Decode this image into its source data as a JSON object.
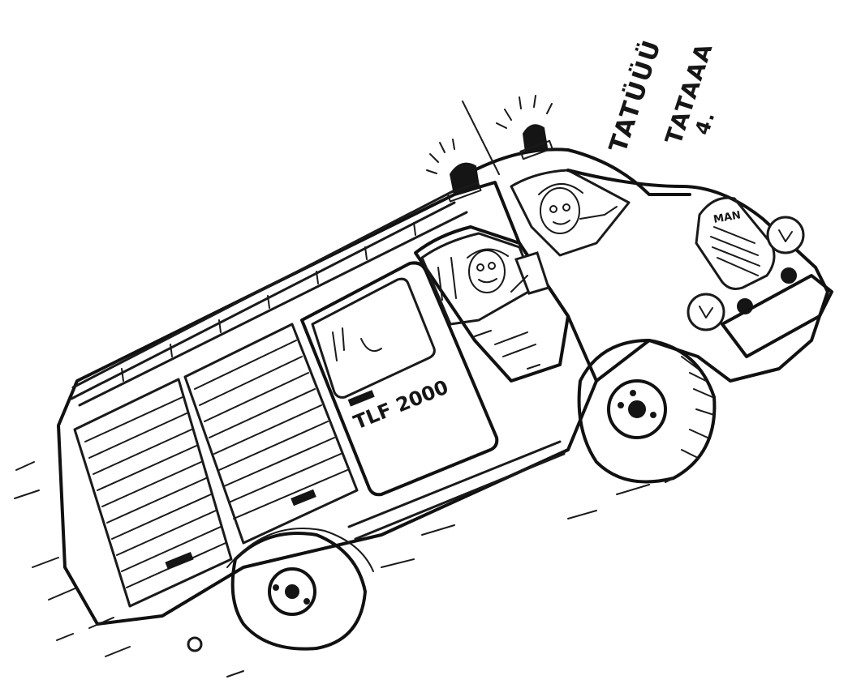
{
  "drawing": {
    "sound_line1": "TATÜÜÜ",
    "sound_line2": "TATAAA",
    "signature": "4.",
    "vehicle_label": "TLF 2000",
    "grille_badge": "MAN"
  },
  "colors": {
    "ink": "#1a1a1a",
    "paper": "#ffffff"
  }
}
